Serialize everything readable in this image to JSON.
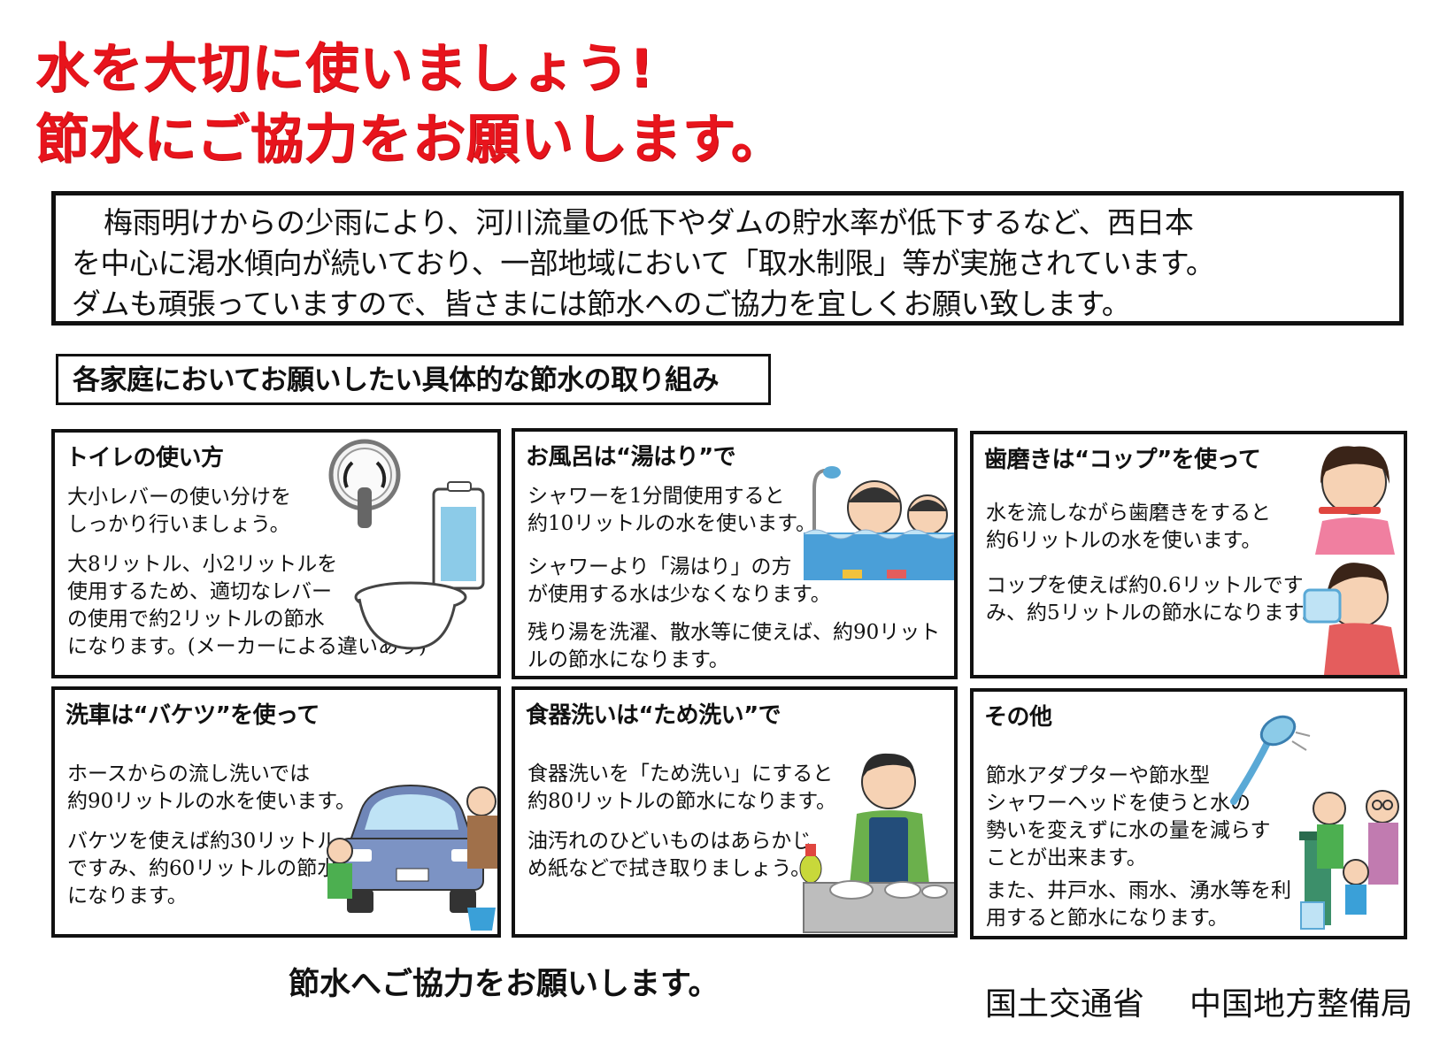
{
  "headline": {
    "line1": "水を大切に使いましょう!",
    "line2": "節水にご協力をお願いします。"
  },
  "intro": {
    "lines": [
      "梅雨明けからの少雨により、河川流量の低下やダムの貯水率が低下するなど、西日本",
      "を中心に渇水傾向が続いており、一部地域において「取水制限」等が実施されています。",
      "ダムも頑張っていますので、皆さまには節水へのご協力を宜しくお願い致します。"
    ]
  },
  "section_title": "各家庭においてお願いしたい具体的な節水の取り組み",
  "cards": [
    {
      "title": "トイレの使い方",
      "paragraphs": [
        [
          "大小レバーの使い分けを",
          "しっかり行いましょう。"
        ],
        [
          "大8リットル、小2リットルを",
          "使用するため、適切なレバー",
          "の使用で約2リットルの節水",
          "になります。(メーカーによる違いあり)"
        ]
      ]
    },
    {
      "title": "お風呂は“湯はり”で",
      "paragraphs": [
        [
          "シャワーを1分間使用すると",
          "約10リットルの水を使います。"
        ],
        [
          "シャワーより「湯はり」の方",
          "が使用する水は少なくなります。"
        ],
        [
          "残り湯を洗濯、散水等に使えば、約90リット",
          "ルの節水になります。"
        ]
      ]
    },
    {
      "title": "歯磨きは“コップ”を使って",
      "paragraphs": [
        [
          "水を流しながら歯磨きをすると",
          "約6リットルの水を使います。"
        ],
        [
          "コップを使えば約0.6リットルです",
          "み、約5リットルの節水になります。"
        ]
      ]
    },
    {
      "title": "洗車は“バケツ”を使って",
      "paragraphs": [
        [
          "ホースからの流し洗いでは",
          "約90リットルの水を使います。"
        ],
        [
          "バケツを使えば約30リットル",
          "ですみ、約60リットルの節水",
          "になります。"
        ]
      ]
    },
    {
      "title": "食器洗いは“ため洗い”で",
      "paragraphs": [
        [
          "食器洗いを「ため洗い」にすると",
          "約80リットルの節水になります。"
        ],
        [
          "油汚れのひどいものはあらかじ",
          "め紙などで拭き取りましょう。"
        ]
      ]
    },
    {
      "title": "その他",
      "paragraphs": [
        [
          "節水アダプターや節水型",
          "シャワーヘッドを使うと水の",
          "勢いを変えずに水の量を減らす",
          "ことが出来ます。"
        ],
        [
          "また、井戸水、雨水、湧水等を利",
          "用すると節水になります。"
        ]
      ]
    }
  ],
  "closing": "節水へご協力をお願いします。",
  "org": {
    "ministry": "国土交通省",
    "bureau": "中国地方整備局"
  },
  "colors": {
    "headline": "#e8141c",
    "water": "#8ccbe8",
    "skin": "#f6d2b4"
  }
}
